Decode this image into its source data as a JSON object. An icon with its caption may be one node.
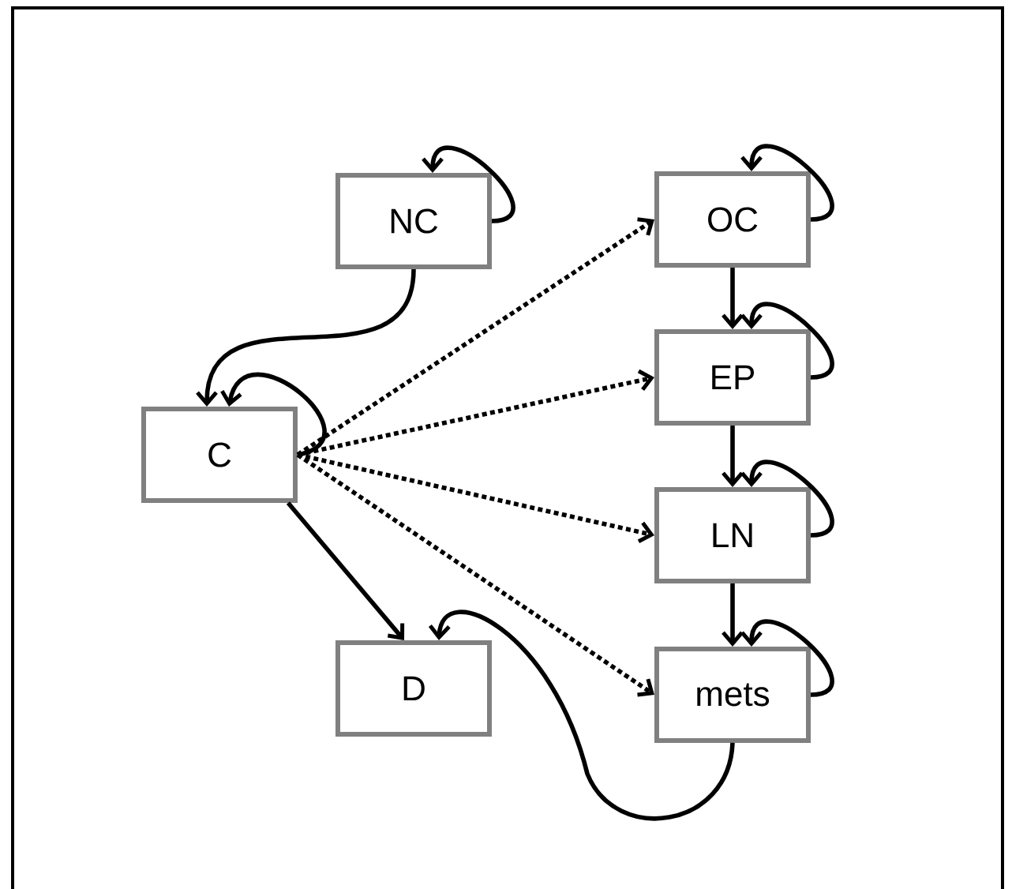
{
  "diagram": {
    "nodes": [
      {
        "text": [
          "NC"
        ]
      },
      {
        "text": [
          "C"
        ]
      },
      {
        "text": [
          "D"
        ]
      },
      {
        "text": [
          "OC"
        ]
      },
      {
        "text": [
          "EP"
        ]
      },
      {
        "text": [
          "LN"
        ]
      },
      {
        "text": [
          "mets"
        ]
      }
    ],
    "edges": [
      {
        "from": 0,
        "to": 0,
        "arrow": "to"
      },
      {
        "from": 0,
        "to": 1,
        "arrow": "to"
      },
      {
        "from": 1,
        "to": 1,
        "arrow": "to"
      },
      {
        "from": 1,
        "to": 3,
        "arrow": "to",
        "style": "dashed"
      },
      {
        "from": 1,
        "to": 4,
        "arrow": "to",
        "style": "dashed"
      },
      {
        "from": 1,
        "to": 5,
        "arrow": "to",
        "style": "dashed"
      },
      {
        "from": 1,
        "to": 6,
        "arrow": "to",
        "style": "dashed"
      },
      {
        "from": 1,
        "to": 2,
        "arrow": "to"
      },
      {
        "from": 3,
        "to": 3,
        "arrow": "to"
      },
      {
        "from": 3,
        "to": 4,
        "arrow": "to"
      },
      {
        "from": 4,
        "to": 4,
        "arrow": "to"
      },
      {
        "from": 4,
        "to": 5,
        "arrow": "to"
      },
      {
        "from": 5,
        "to": 5,
        "arrow": "to"
      },
      {
        "from": 5,
        "to": 6,
        "arrow": "to"
      },
      {
        "from": 6,
        "to": 6,
        "arrow": "to"
      },
      {
        "from": 6,
        "to": 2,
        "arrow": "to"
      }
    ]
  }
}
